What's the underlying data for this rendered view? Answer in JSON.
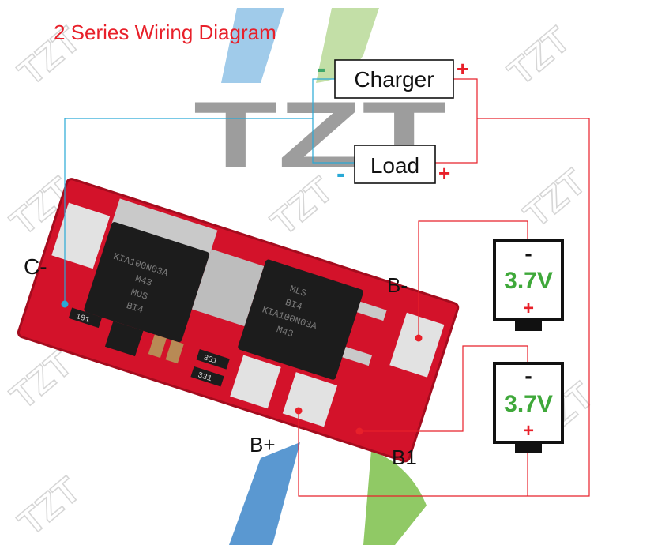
{
  "title": "2 Series Wiring Diagram",
  "watermark": {
    "brand": "TZT"
  },
  "devices": {
    "charger": {
      "label": "Charger",
      "neg": "-",
      "pos": "+"
    },
    "load": {
      "label": "Load",
      "neg": "-",
      "pos": "+"
    }
  },
  "terminals": {
    "c_minus": "C-",
    "b_minus": "B-",
    "b_plus": "B+",
    "b1": "B1"
  },
  "batteries": [
    {
      "voltage": "3.7V",
      "neg": "-",
      "pos": "+"
    },
    {
      "voltage": "3.7V",
      "neg": "-",
      "pos": "+"
    }
  ],
  "board": {
    "mosfets": [
      {
        "lines": [
          "KIA100N03A",
          "M43",
          "MOS",
          "BI4"
        ]
      },
      {
        "lines": [
          "MLS",
          "BI4",
          "KIA100N03A",
          "M43"
        ]
      }
    ],
    "resistors": [
      "181",
      "331",
      "331"
    ]
  },
  "colors": {
    "title": "#e8202a",
    "wire_red": "#e8202a",
    "wire_cyan": "#29a9d6",
    "board": "#d3122a",
    "battery_text": "#3fa83a",
    "mosfet": "#1c1c1c",
    "pad": "#e2e2e2"
  }
}
